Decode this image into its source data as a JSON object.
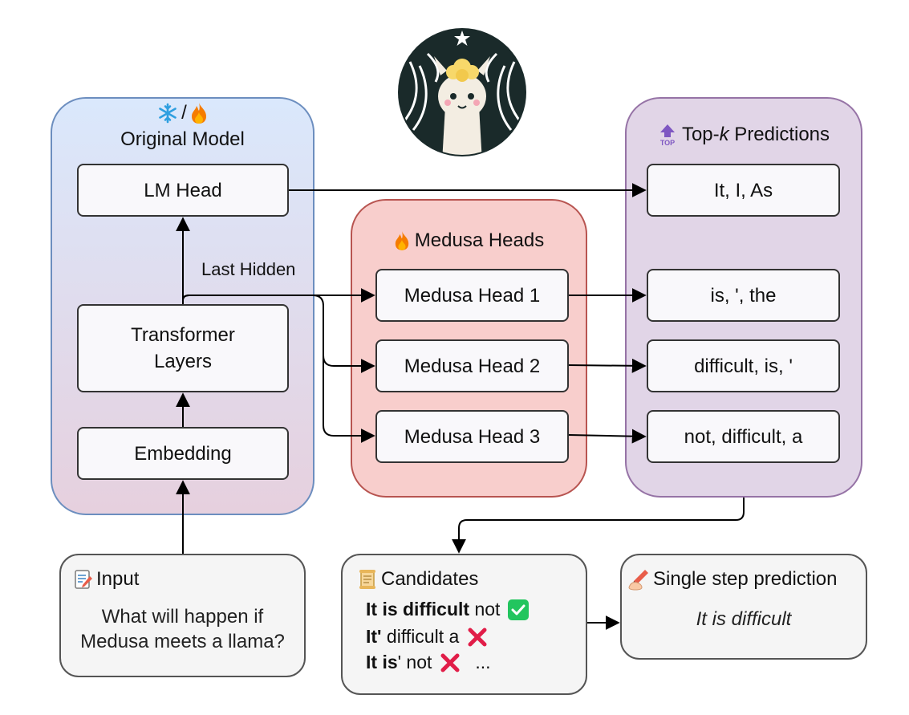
{
  "original_model": {
    "title": "Original Model",
    "separator": "/",
    "frozen_icon": "snowflake-icon",
    "trainable_icon": "fire-icon"
  },
  "lm_head": "LM Head",
  "last_hidden": "Last Hidden",
  "transformer_layers": [
    "Transformer",
    "Layers"
  ],
  "embedding": "Embedding",
  "medusa": {
    "title": "Medusa Heads",
    "icon": "fire-icon",
    "heads": [
      "Medusa Head 1",
      "Medusa Head 2",
      "Medusa Head 3"
    ]
  },
  "topk": {
    "title_prefix": "Top-",
    "title_k": "k",
    "title_suffix": " Predictions",
    "icon": "top-arrow-icon",
    "icon_text": "TOP",
    "predictions": [
      "It, I, As",
      "is, ', the",
      "difficult, is, '",
      "not, difficult, a"
    ]
  },
  "input": {
    "title": "Input",
    "icon": "memo-icon",
    "lines": [
      "What will happen if",
      "Medusa meets a llama?"
    ]
  },
  "candidates": {
    "title": "Candidates",
    "icon": "scroll-icon",
    "rows": [
      {
        "bold": "It is difficult",
        "rest": " not",
        "mark": "check-icon"
      },
      {
        "bold": "It'",
        "rest": " difficult a",
        "mark": "cross-icon"
      },
      {
        "bold": "It is",
        "rest": "' not",
        "mark": "cross-icon",
        "tail": "..."
      }
    ]
  },
  "single_step": {
    "title": "Single step prediction",
    "icon": "writing-hand-icon",
    "value": "It is difficult"
  },
  "colors": {
    "original_bg_top": "#dae8fc",
    "original_bg_bottom": "#e6d0de",
    "original_border": "#6c8ebf",
    "medusa_bg": "#f8cecc",
    "medusa_border": "#b85450",
    "topk_bg": "#e1d5e7",
    "topk_border": "#9673a6"
  },
  "logo": "medusa-llama-logo"
}
